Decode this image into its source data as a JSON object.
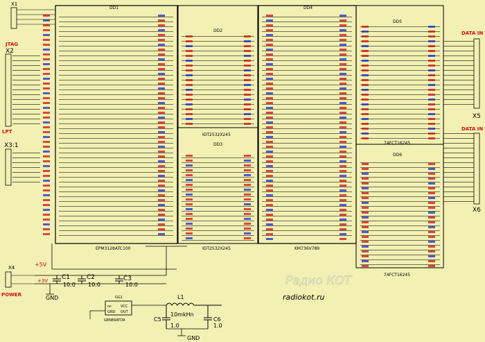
{
  "schematic": {
    "connectors": {
      "x1": "X1",
      "jtag": "JTAG",
      "x2": "X2",
      "lpt": "LPT",
      "x3": "X3:1",
      "x4": "X4",
      "power": "POWER",
      "data_in_top": "DATA IN",
      "x5": "X5",
      "data_in_bottom": "DATA IN",
      "x6": "X6"
    },
    "chips": {
      "dd1_ref": "DD1",
      "dd1_part": "EPM3128ATC100",
      "dd2_ref": "DD2",
      "dd2_part": "IDT2532X245",
      "dd3_ref": "DD3",
      "dd3_part": "IDT2532X245",
      "dd4_ref": "DD4",
      "dd4_part": "KM736V789",
      "dd5_ref": "DD5",
      "dd5_part": "74FCT16245",
      "dd6_ref": "DD6",
      "dd6_part": "74FCT16245"
    },
    "power_section": {
      "plus5v": "+5V",
      "plus3v": "+3V",
      "gnd_left": "GND",
      "c1": "C1",
      "c1_val": "10.0",
      "c2": "C2",
      "c2_val": "10.0",
      "c3": "C3",
      "c3_val": "10.0"
    },
    "generator": {
      "ref": "GG1",
      "label": "GENERATOR",
      "pin_nc": "nc",
      "pin_gnd": "GND",
      "pin_vcc": "VCC",
      "pin_out": "OUT"
    },
    "filter": {
      "l1": "L1",
      "l1_val": "10mkHn",
      "c5": "C5",
      "c5_val": "1.0",
      "c6": "C6",
      "c6_val": "1.0",
      "gnd": "GND"
    },
    "watermark": {
      "title": "Радио КОТ",
      "url": "radiokot.ru"
    }
  }
}
